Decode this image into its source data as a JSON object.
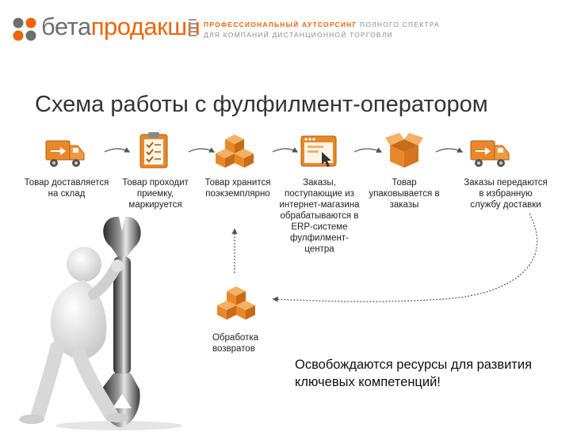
{
  "header": {
    "brand_part1": "бета",
    "brand_part2": "продакшн",
    "tagline_line1_accent": "ПРОФЕССИОНАЛЬНЫЙ АУТСОРСИНГ",
    "tagline_line1_rest": "ПОЛНОГО СПЕКТРА",
    "tagline_line2": "ДЛЯ КОМПАНИЙ ДИСТАНЦИОННОЙ ТОРГОВЛИ"
  },
  "title": "Схема работы с фулфилмент-оператором",
  "steps": [
    {
      "icon": "delivery-truck-icon",
      "label": "Товар доставляется на склад"
    },
    {
      "icon": "checklist-clipboard-icon",
      "label": "Товар проходит приемку, маркируется"
    },
    {
      "icon": "stacked-boxes-icon",
      "label": "Товар хранится поэкземплярно"
    },
    {
      "icon": "browser-window-cursor-icon",
      "label": "Заказы, поступающие из интернет-магазина обрабатываются в ERP-системе фулфилмент-центра"
    },
    {
      "icon": "open-box-icon",
      "label": "Товар упаковывается в заказы"
    },
    {
      "icon": "delivery-truck-icon",
      "label": "Заказы передаются в избранную службу доставки"
    }
  ],
  "returns": {
    "icon": "stacked-boxes-icon",
    "label": "Обработка возвратов"
  },
  "note": "Освобождаются ресурсы для развития ключевых компетенций!",
  "colors": {
    "accent": "#ec6608",
    "brand_gray": "#6d6e70",
    "icon_orange": "#e8882a",
    "arrow": "#555555"
  }
}
